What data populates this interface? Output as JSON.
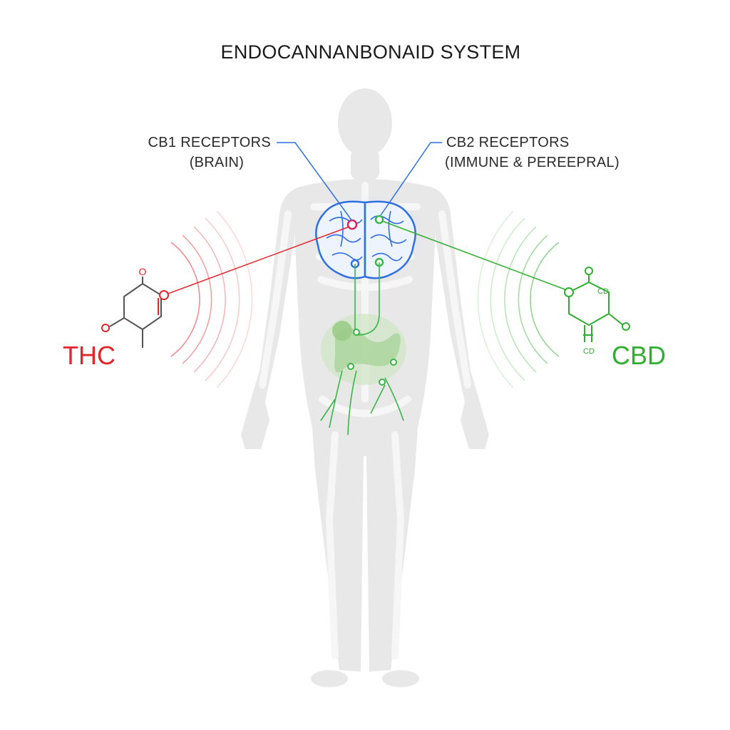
{
  "title": "ENDOCANNANBONAID SYSTEM",
  "cb1": {
    "line1": "CB1 RECEPTORS",
    "line2": "(BRAIN)"
  },
  "cb2": {
    "line1": "CB2 RECEPTORS",
    "line2": "(IMMUNE & PEREEPRAL)"
  },
  "thc": {
    "label": "THC",
    "atom_o": "O"
  },
  "cbd": {
    "label": "CBD",
    "atom_tag1": "CD",
    "atom_tag2": "CD"
  },
  "colors": {
    "thc": "#e0262b",
    "cbd": "#2fae2f",
    "cb1": "#2f6fe0",
    "cb2": "#3ab54a",
    "body": "#e6e6e6",
    "bone": "#f4f4f4",
    "brain": "#2f6fe0",
    "gut": "#7ac26a"
  }
}
